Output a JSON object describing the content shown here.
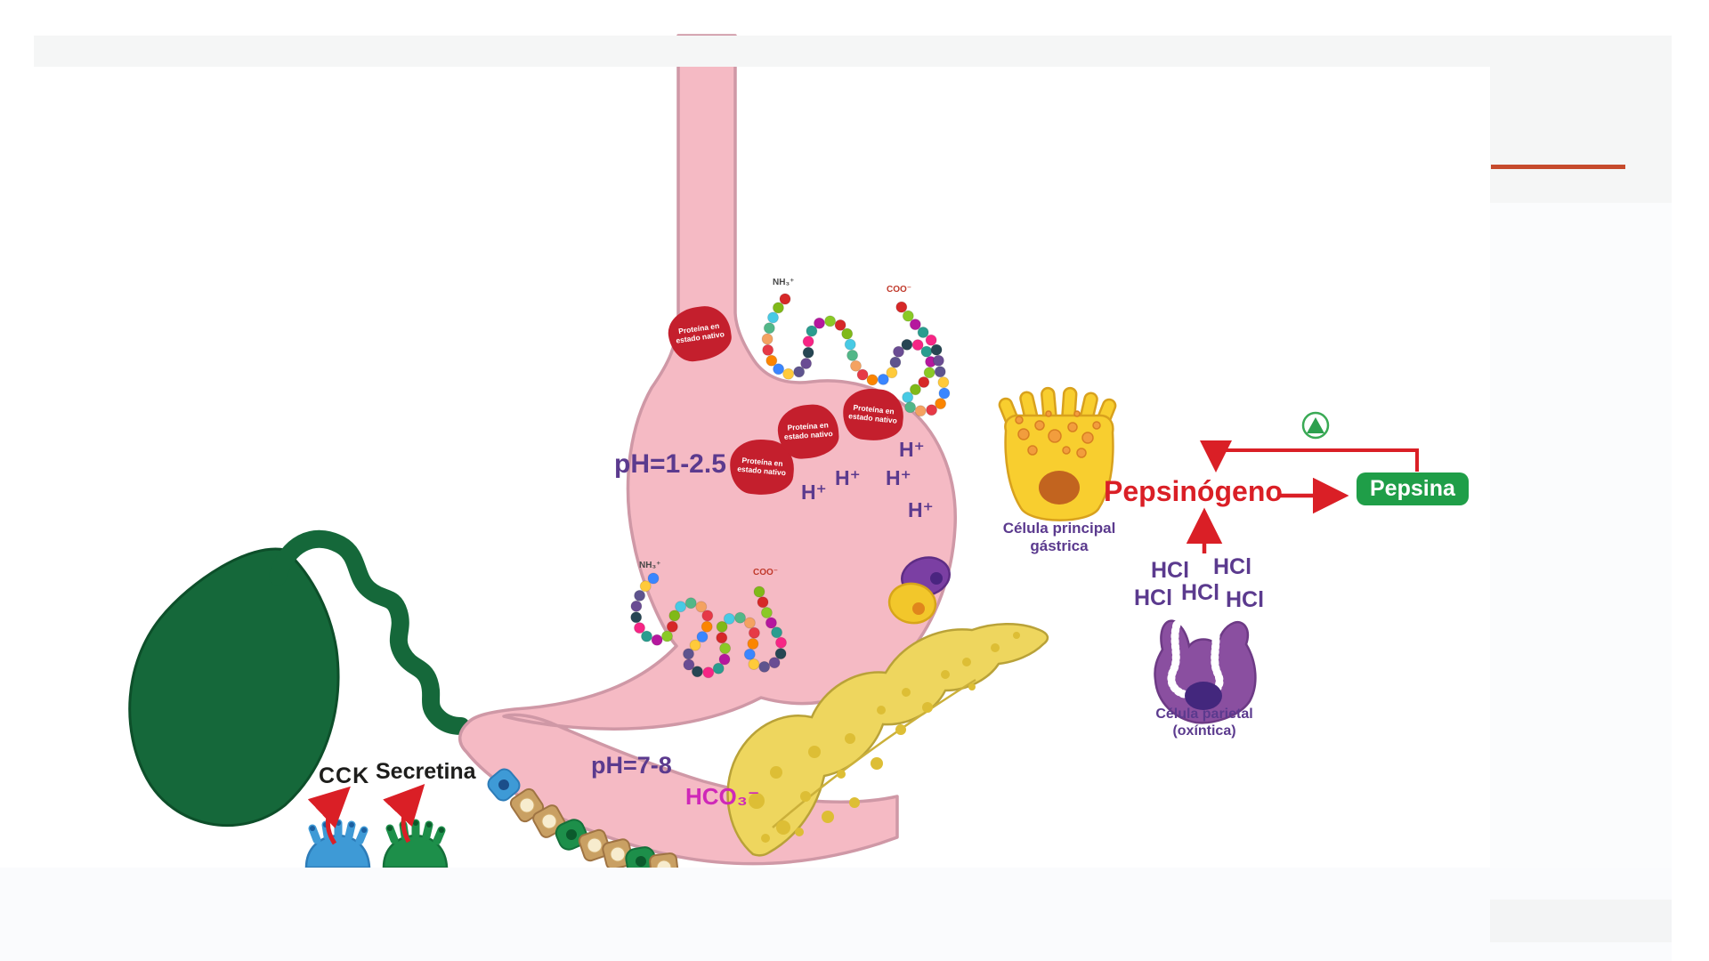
{
  "stomach_region": {
    "ph": "pH=1-2.5",
    "h_ion": "H⁺",
    "protein_blob_line1": "Proteína en",
    "protein_blob_line2": "estado nativo",
    "chain_n_terminus": "NH₃⁺",
    "chain_c_terminus": "COO⁻"
  },
  "duodenum_region": {
    "ph": "pH=7-8",
    "bicarbonate": "HCO₃⁻",
    "cck": "CCK",
    "secretin": "Secretina"
  },
  "pepsin_pathway": {
    "pepsinogen": "Pepsinógeno",
    "pepsin": "Pepsina",
    "hcl": "HCl",
    "chief_cell_label_line1": "Célula principal",
    "chief_cell_label_line2": "gástrica",
    "parietal_cell_label_line1": "Célula parietal",
    "parietal_cell_label_line2": "(oxíntica)"
  },
  "colors": {
    "accent_line": "#c64b2d",
    "purple_text": "#5b3a8e",
    "red_text": "#da1f26",
    "magenta_text": "#cf28b8",
    "pepsin_badge_green": "#1f9e48",
    "stomach_pink": "#f5bac4",
    "gallbladder_green": "#15683a",
    "pancreas_yellow": "#eed65e",
    "chief_cell_yellow": "#f8ce2f",
    "parietal_cell_purple": "#8a4fa0",
    "protein_red": "#c41f2d",
    "i_cell_blue": "#3e9ad6",
    "s_cell_green": "#1d8f4a"
  },
  "chain_palette": [
    "#d62828",
    "#2a9d8f",
    "#6a4c93",
    "#3a86ff",
    "#f4a261",
    "#80b918",
    "#b5179e",
    "#264653",
    "#ffca3a",
    "#e63946",
    "#48cae4",
    "#8ac926",
    "#f72585",
    "#5e548e",
    "#fb8500",
    "#52b788"
  ]
}
